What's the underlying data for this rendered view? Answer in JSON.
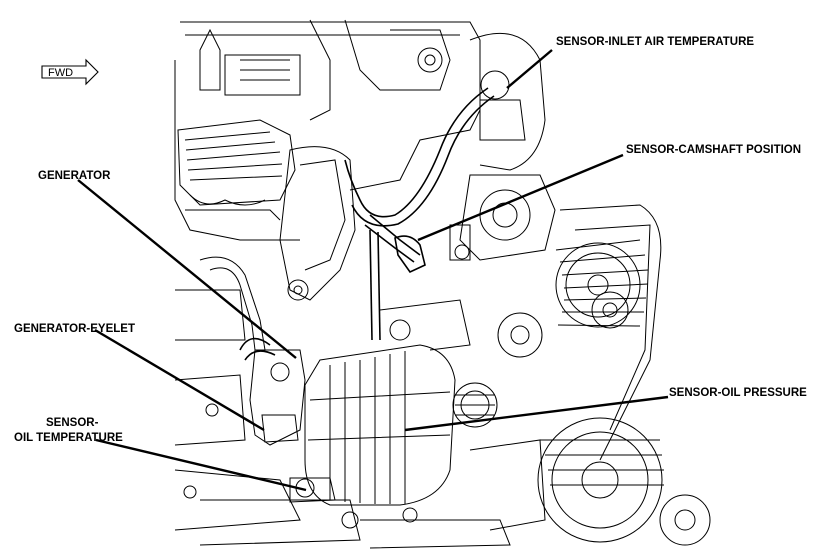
{
  "figure": {
    "fwd_label": "FWD",
    "labels": {
      "inlet_air_temp": "SENSOR-INLET AIR TEMPERATURE",
      "camshaft_pos": "SENSOR-CAMSHAFT POSITION",
      "generator": "GENERATOR",
      "generator_eyelet": "GENERATOR-EYELET",
      "oil_temp_line1": "SENSOR-",
      "oil_temp_line2": "OIL TEMPERATURE",
      "oil_pressure": "SENSOR-OIL PRESSURE"
    }
  }
}
